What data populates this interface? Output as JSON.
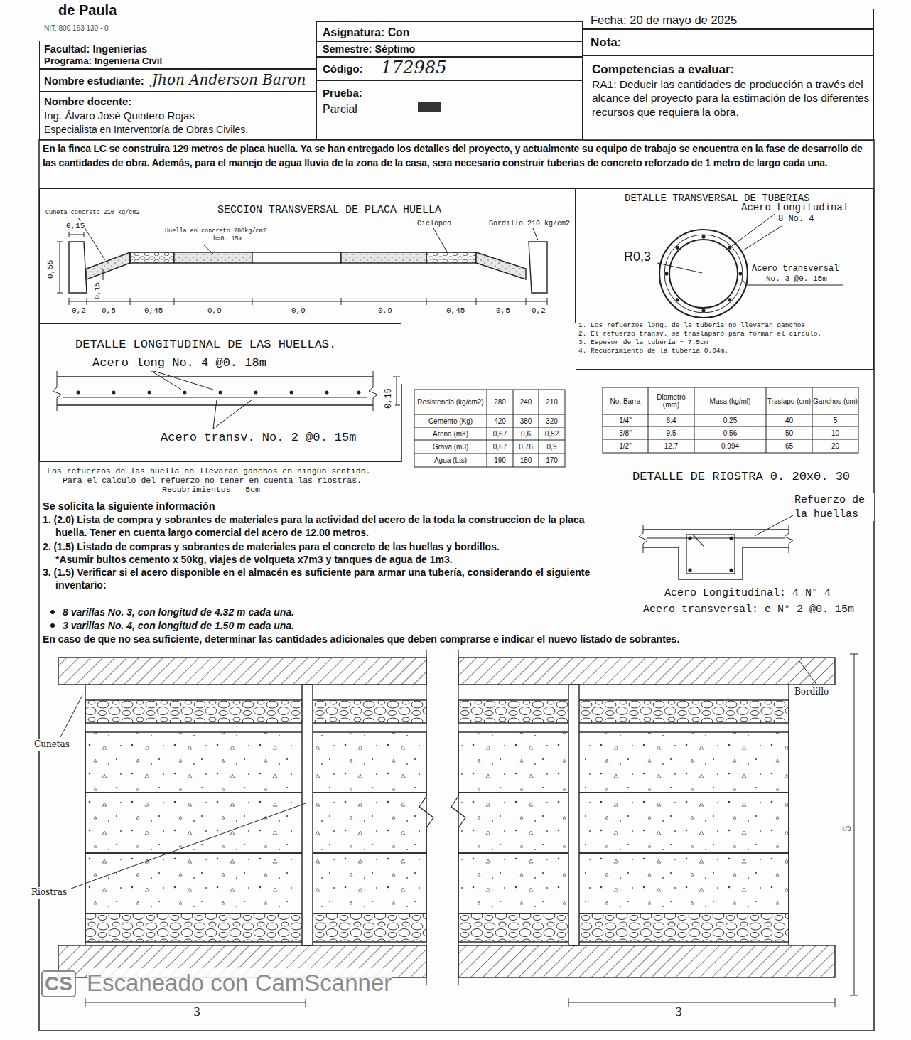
{
  "diagram": {
    "nodes": [
      {
        "text": [
          "Fecha: 20 de mayo de 2025"
        ]
      },
      {
        "text": [
          "Asignatura: Con"
        ]
      },
      {
        "text": [
          "Facultad: Ingenierías",
          "Programa: Ingeniería Civil"
        ]
      },
      {
        "text": [
          "Semestre: Séptimo"
        ]
      },
      {
        "text": [
          "Nota:"
        ]
      },
      {
        "text": [
          "Nombre estudiante:",
          "Jhon Anderson Baron"
        ]
      },
      {
        "text": [
          "Código:",
          "172985"
        ]
      },
      {
        "text": [
          "Competencias a evaluar:",
          "RA1: Deducir las cantidades de producción a través del alcance del proyecto para la estimación de los diferentes recursos que requiera la obra."
        ]
      },
      {
        "text": [
          "Nombre docente:",
          "Ing. Álvaro José Quintero Rojas",
          "Especialista en Interventoría de Obras Civiles."
        ]
      },
      {
        "text": [
          "Prueba:",
          "Parcial"
        ]
      },
      {
        "text": [
          "SECCION TRANSVERSAL DE PLACA HUELLA"
        ]
      },
      {
        "text": [
          "DETALLE TRANSVERSAL DE TUBERIAS"
        ]
      },
      {
        "text": [
          "DETALLE LONGITUDINAL DE LAS HUELLAS."
        ]
      }
    ],
    "labels": [
      "de Paula",
      "NIT. 800 163 130 - 0",
      "En la finca LC se construira 129 metros de placa huella. Ya se han entregado los detalles del proyecto, y actualmente su equipo de trabajo se encuentra en la fase de desarrollo de las cantidades de obra. Además, para el manejo de agua lluvia de la zona de la casa, sera necesario construir tuberias de concreto reforzado de 1 metro de largo cada una.",
      "Cuneta concreto 210 kg/cm2",
      "0,15",
      "Huella en concreto 280kg/cm2",
      "h=0. 15m",
      "Ciclópeo",
      "Bordillo 210 kg/cm2",
      "0,55",
      "0,15",
      "0,2",
      "0,5",
      "0,45",
      "0,9",
      "0,9",
      "0,9",
      "0,45",
      "0,5",
      "0,2",
      "Acero Longitudinal",
      "8 No. 4",
      "R0,3",
      "Acero transversal",
      "No. 3 @0. 15m",
      "1. Los refuerzos long. de la tubería no llevaran ganchos",
      "2. El refuerzo transv. se traslaparó para formar el circulo.",
      "3. Espesor de la tubería = 7.5cm",
      "4. Recubrimiento de la tubería 0.04m.",
      "Acero long No. 4 @0. 18m",
      "0,15",
      "Acero transv. No. 2 @0. 15m",
      "Los refuerzos de las huella no llevaran ganchos en ningún sentido.",
      "Para el calculo del refuerzo no tener en cuenta las riostras.",
      "Recubrimientos = 5cm",
      "Resistencia (kg/cm2)",
      "280",
      "240",
      "210",
      "Cemento (Kg)",
      "420",
      "380",
      "320",
      "Arena (m3)",
      "0,67",
      "0,6",
      "0,52",
      "Grava (m3)",
      "0,67",
      "0,76",
      "0,9",
      "Agua (Lts)",
      "190",
      "180",
      "170",
      "No. Barra",
      "Diametro (mm)",
      "Masa (kg/ml)",
      "Traslapo (cm)",
      "Ganchos (cm)",
      "1/4\"",
      "6.4",
      "0.25",
      "40",
      "5",
      "3/8\"",
      "9.5",
      "0.56",
      "50",
      "10",
      "1/2\"",
      "12.7",
      "0.994",
      "65",
      "20",
      "DETALLE DE RIOSTRA 0. 20x0. 30",
      "Refuerzo de la huellas",
      "Acero Longitudinal: 4 N° 4",
      "Acero transversal: e N° 2 @0. 15m",
      "Se solicita la siguiente información",
      "1. (2.0) Lista de compra y sobrantes de materiales para la actividad del acero de la toda la construccion de la placa huella. Tener en cuenta largo comercial del acero de 12.00 metros.",
      "2. (1.5) Listado de compras y sobrantes de materiales para el concreto de las huellas y bordillos.",
      "*Asumir bultos cemento x 50kg, viajes de volqueta x7m3 y tanques de agua de 1m3.",
      "3. (1.5) Verificar si el acero disponible en el almacén es suficiente para armar una tubería, considerando el siguiente inventario:",
      "8 varillas No. 3, con longitud de 4.32 m cada una.",
      "3 varillas No. 4, con longitud de 1.50 m cada una.",
      "En caso de que no sea suficiente, determinar las cantidades adicionales que deben comprarse e indicar el nuevo listado de sobrantes.",
      "Bordillo",
      "Cunetas",
      "Riostras",
      "5",
      "3",
      "3",
      "CS",
      "Escaneado con CamScanner"
    ]
  }
}
